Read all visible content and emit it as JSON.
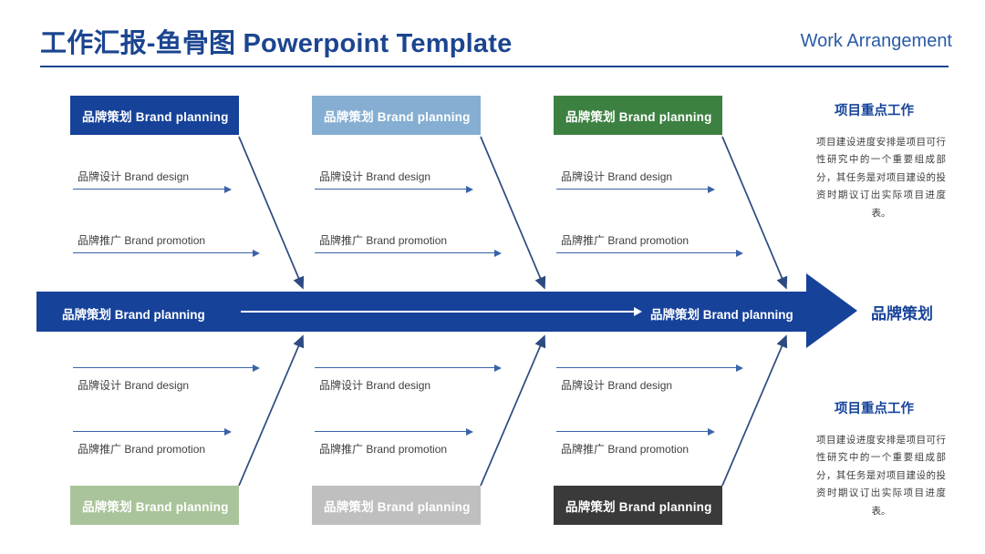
{
  "header": {
    "title": "工作汇报-鱼骨图 Powerpoint Template",
    "subtitle": "Work Arrangement",
    "accent_color": "#16429a"
  },
  "chart_data": {
    "type": "diagram",
    "diagram_kind": "fishbone",
    "title": "工作汇报-鱼骨图 Powerpoint Template",
    "spine": {
      "left_label": "品牌策划 Brand planning",
      "right_label": "品牌策划 Brand planning",
      "effect_label": "品牌策划",
      "color": "#16429a",
      "direction": "left-to-right"
    },
    "categories": [
      {
        "id": "top-1",
        "side": "top",
        "label": "品牌策划 Brand planning",
        "color": "#16429a",
        "text_color": "#ffffff",
        "causes": [
          "品牌设计 Brand design",
          "品牌推广 Brand promotion"
        ]
      },
      {
        "id": "top-2",
        "side": "top",
        "label": "品牌策划 Brand planning",
        "color": "#85aed2",
        "text_color": "#ffffff",
        "causes": [
          "品牌设计 Brand design",
          "品牌推广 Brand promotion"
        ]
      },
      {
        "id": "top-3",
        "side": "top",
        "label": "品牌策划 Brand planning",
        "color": "#3d8142",
        "text_color": "#ffffff",
        "causes": [
          "品牌设计 Brand design",
          "品牌推广 Brand promotion"
        ]
      },
      {
        "id": "bottom-1",
        "side": "bottom",
        "label": "品牌策划 Brand planning",
        "color": "#a9c49a",
        "text_color": "#ffffff",
        "causes": [
          "品牌设计 Brand design",
          "品牌推广 Brand promotion"
        ]
      },
      {
        "id": "bottom-2",
        "side": "bottom",
        "label": "品牌策划 Brand planning",
        "color": "#bfbfbf",
        "text_color": "#ffffff",
        "causes": [
          "品牌设计 Brand design",
          "品牌推广 Brand promotion"
        ]
      },
      {
        "id": "bottom-3",
        "side": "bottom",
        "label": "品牌策划 Brand planning",
        "color": "#3a3a3a",
        "text_color": "#ffffff",
        "causes": [
          "品牌设计 Brand design",
          "品牌推广 Brand promotion"
        ]
      }
    ],
    "bone_line_color": "#2d4b80",
    "cause_arrow_color": "#3a63a8"
  },
  "panels": [
    {
      "title": "项目重点工作",
      "body": "项目建设进度安排是项目可行性研究中的一个重要组成部分，其任务是对项目建设的投资时期议订出实际项目进度表。"
    },
    {
      "title": "项目重点工作",
      "body": "项目建设进度安排是项目可行性研究中的一个重要组成部分，其任务是对项目建设的投资时期议订出实际项目进度表。"
    }
  ]
}
